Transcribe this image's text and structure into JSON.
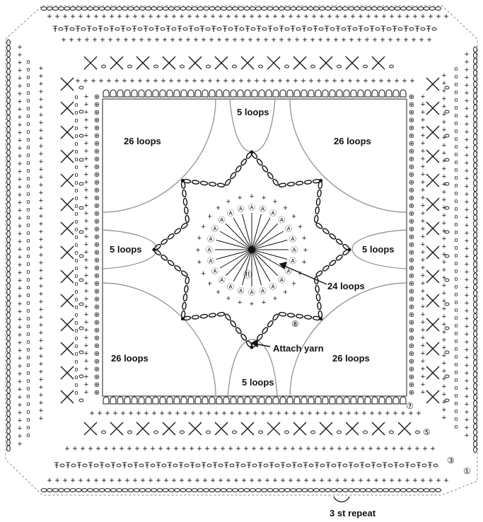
{
  "labels": {
    "loops_top": "5 loops",
    "loops_bottom": "5 loops",
    "loops_left": "5 loops",
    "loops_right": "5 loops",
    "corner_tl": "26 loops",
    "corner_tr": "26 loops",
    "corner_bl": "26 loops",
    "corner_br": "26 loops",
    "center_loops": "24 loops",
    "attach_yarn": "Attach yarn",
    "repeat": "3 st repeat"
  },
  "round_markers": {
    "r1": "①",
    "r3": "③",
    "r5": "⑤",
    "r7": "⑦",
    "r8": "⑧",
    "r11": "⑪"
  },
  "symbols": {
    "single_crochet": "+",
    "chain": "o",
    "double_crochet": "Ŧ",
    "crossed": "X"
  },
  "colors": {
    "ink": "#111111",
    "guide": "#8a8a8a"
  }
}
